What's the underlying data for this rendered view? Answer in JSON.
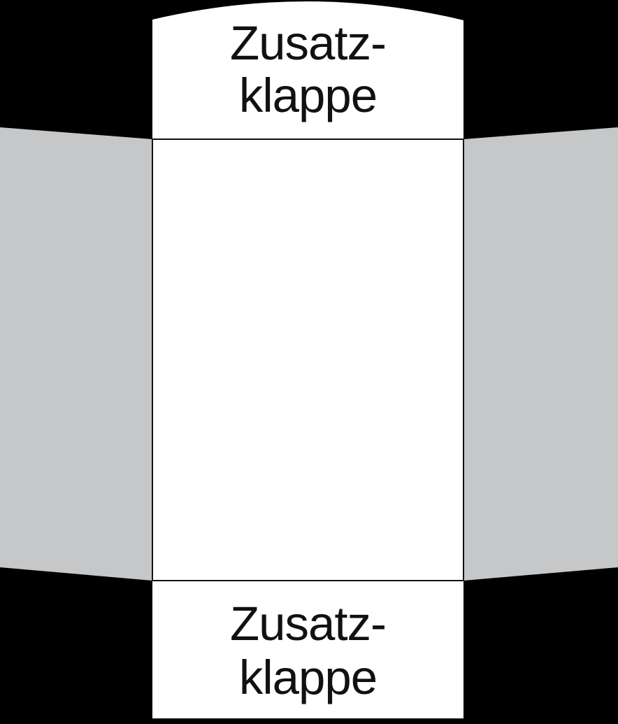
{
  "diagram": {
    "kind": "folder-dieline",
    "top_flap": {
      "label_line1": "Zusatz-",
      "label_line2": "klappe"
    },
    "bottom_flap": {
      "label_line1": "Zusatz-",
      "label_line2": "klappe"
    }
  },
  "colors": {
    "background": "#000000",
    "side_flap": "#c6c7c8",
    "flap_fill": "#ffffff",
    "panel_fill": "#ffffff",
    "fold_line": "#111111",
    "text": "#111111"
  }
}
